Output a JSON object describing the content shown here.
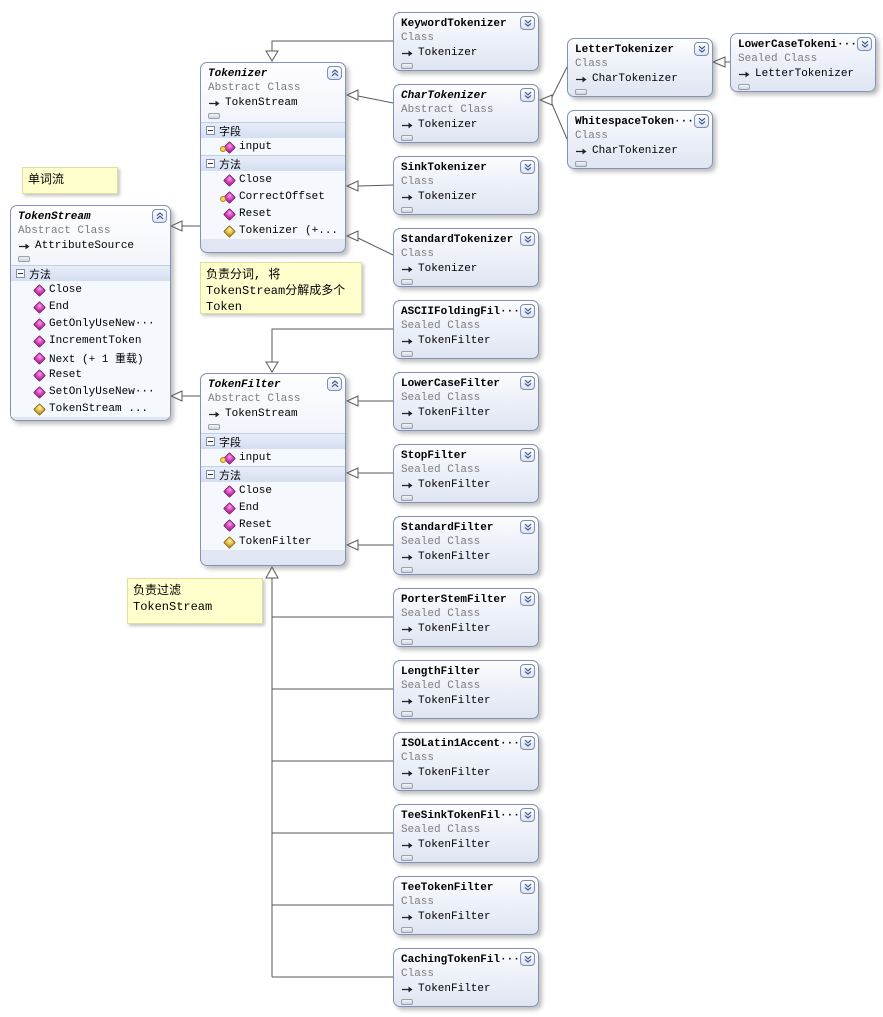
{
  "palette": {
    "box_border": "#8293b5",
    "box_fill_top": "#fefeff",
    "box_fill_bottom": "#dfe5f2",
    "note_bg": "#ffffce",
    "method_icon_color": "#d23bb4",
    "ctor_icon_color": "#d4a017",
    "protected_key_color": "#ffd34d"
  },
  "notes": {
    "wordstream": {
      "text": "单词流"
    },
    "tokenize": {
      "text": "负责分词, 将TokenStream分解成多个Token"
    },
    "filter": {
      "text": "负责过滤TokenStream"
    }
  },
  "boxes": {
    "tokenstream": {
      "title": "TokenStream",
      "kind": "Abstract Class",
      "base": "AttributeSource",
      "sections": {
        "methods": "方法"
      },
      "methods": [
        {
          "name": "Close",
          "icon": "method"
        },
        {
          "name": "End",
          "icon": "method"
        },
        {
          "name": "GetOnlyUseNew···",
          "icon": "method"
        },
        {
          "name": "IncrementToken",
          "icon": "method"
        },
        {
          "name": "Next (+ 1 重载)",
          "icon": "method"
        },
        {
          "name": "Reset",
          "icon": "method"
        },
        {
          "name": "SetOnlyUseNew···",
          "icon": "method"
        },
        {
          "name": "TokenStream ...",
          "icon": "ctor"
        }
      ]
    },
    "tokenizer": {
      "title": "Tokenizer",
      "kind": "Abstract Class",
      "base": "TokenStream",
      "sections": {
        "fields": "字段",
        "methods": "方法"
      },
      "fields": [
        {
          "name": "input",
          "icon": "field-protected"
        }
      ],
      "methods": [
        {
          "name": "Close",
          "icon": "method"
        },
        {
          "name": "CorrectOffset",
          "icon": "method-protected"
        },
        {
          "name": "Reset",
          "icon": "method"
        },
        {
          "name": "Tokenizer (+...",
          "icon": "ctor"
        }
      ]
    },
    "tokenfilter": {
      "title": "TokenFilter",
      "kind": "Abstract Class",
      "base": "TokenStream",
      "sections": {
        "fields": "字段",
        "methods": "方法"
      },
      "fields": [
        {
          "name": "input",
          "icon": "field-protected"
        }
      ],
      "methods": [
        {
          "name": "Close",
          "icon": "method"
        },
        {
          "name": "End",
          "icon": "method"
        },
        {
          "name": "Reset",
          "icon": "method"
        },
        {
          "name": "TokenFilter",
          "icon": "ctor"
        }
      ]
    },
    "keyword": {
      "title": "KeywordTokenizer",
      "kind": "Class",
      "base": "Tokenizer"
    },
    "chartokenizer": {
      "title": "CharTokenizer",
      "kind": "Abstract Class",
      "base": "Tokenizer"
    },
    "sink": {
      "title": "SinkTokenizer",
      "kind": "Class",
      "base": "Tokenizer"
    },
    "standardtokenizer": {
      "title": "StandardTokenizer",
      "kind": "Class",
      "base": "Tokenizer"
    },
    "asciifolding": {
      "title": "ASCIIFoldingFil···",
      "kind": "Sealed Class",
      "base": "TokenFilter"
    },
    "lowercasefilter": {
      "title": "LowerCaseFilter",
      "kind": "Sealed Class",
      "base": "TokenFilter"
    },
    "stopfilter": {
      "title": "StopFilter",
      "kind": "Sealed Class",
      "base": "TokenFilter"
    },
    "standardfilter": {
      "title": "StandardFilter",
      "kind": "Sealed Class",
      "base": "TokenFilter"
    },
    "porterstem": {
      "title": "PorterStemFilter",
      "kind": "Sealed Class",
      "base": "TokenFilter"
    },
    "lengthfilter": {
      "title": "LengthFilter",
      "kind": "Sealed Class",
      "base": "TokenFilter"
    },
    "isolatin": {
      "title": "ISOLatin1Accent···",
      "kind": "Class",
      "base": "TokenFilter"
    },
    "teesink": {
      "title": "TeeSinkTokenFil···",
      "kind": "Sealed Class",
      "base": "TokenFilter"
    },
    "teetoken": {
      "title": "TeeTokenFilter",
      "kind": "Class",
      "base": "TokenFilter"
    },
    "caching": {
      "title": "CachingTokenFil···",
      "kind": "Class",
      "base": "TokenFilter"
    },
    "letter": {
      "title": "LetterTokenizer",
      "kind": "Class",
      "base": "CharTokenizer"
    },
    "whitespace": {
      "title": "WhitespaceToken···",
      "kind": "Class",
      "base": "CharTokenizer"
    },
    "lowercasetokenizer": {
      "title": "LowerCaseTokeni···",
      "kind": "Sealed Class",
      "base": "LetterTokenizer"
    }
  }
}
